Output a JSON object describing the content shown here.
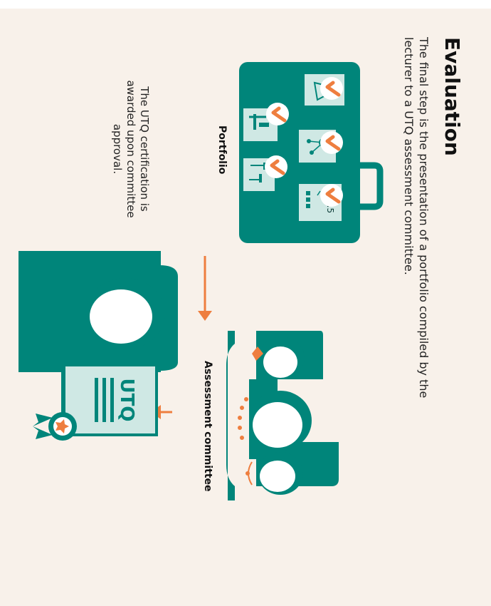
{
  "title": "Evaluation",
  "intro": "The final step is the presentation of a portfolio compiled by the lecturer to a UTQ assessment committee.",
  "portfolio_label": "Portfolio",
  "portfolio_card_score": "8.5",
  "committee_label": "Assessment committee",
  "certificate_text": "UTQ",
  "outcome_caption": "The UTQ certification is awarded upon committee approval.",
  "colors": {
    "teal": "#00857a",
    "light_teal": "#cfe8e4",
    "orange": "#ee7e3f",
    "background": "#f8f1ea"
  },
  "icons": [
    "briefcase-icon",
    "checkmark-icon",
    "certificate-icon",
    "committee-icon",
    "person-icon",
    "arrow-icon"
  ]
}
